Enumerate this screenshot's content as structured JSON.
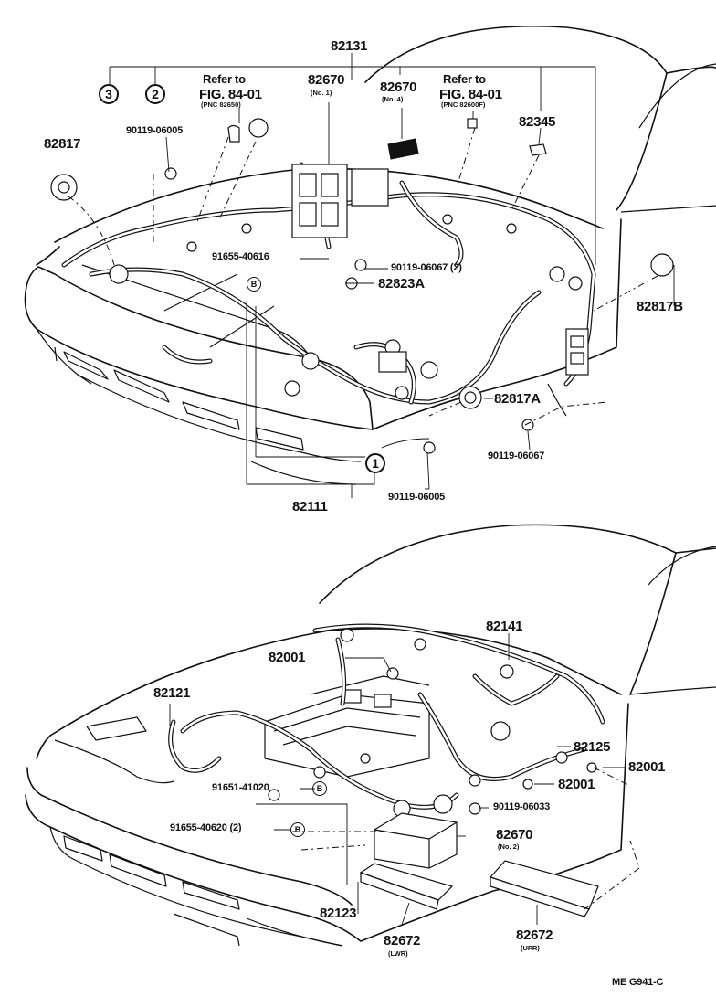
{
  "diagram": {
    "figure_code": "ME  G941-C",
    "top": {
      "harness_main": "82131",
      "callout_3": "3",
      "callout_2": "2",
      "callout_1": "1",
      "refer_left_line1": "Refer to",
      "refer_left_line2": "FIG. 84-01",
      "refer_left_pnc": "(PNC 82650)",
      "p82670_no1": "82670",
      "p82670_no1_sub": "(No. 1)",
      "p82670_no4": "82670",
      "p82670_no4_sub": "(No. 4)",
      "refer_right_line1": "Refer to",
      "refer_right_line2": "FIG. 84-01",
      "refer_right_pnc": "(PNC 82600F)",
      "p82345": "82345",
      "p82817": "82817",
      "p90119_06005_a": "90119-06005",
      "p91655_40616": "91655-40616",
      "b_marker_1": "B",
      "p90119_06067_2": "90119-06067 (2)",
      "p82823A": "82823A",
      "p82817B": "82817B",
      "p82817A": "82817A",
      "p90119_06067": "90119-06067",
      "p90119_06005_b": "90119-06005",
      "p82111": "82111"
    },
    "bottom": {
      "p82141": "82141",
      "p82001_a": "82001",
      "p82121": "82121",
      "p82125": "82125",
      "p82001_b": "82001",
      "p82001_c": "82001",
      "p91651_41020": "91651-41020",
      "b_marker_2": "B",
      "p90119_06033": "90119-06033",
      "p91655_40620_2": "91655-40620 (2)",
      "b_marker_3": "B",
      "p82670_no2": "82670",
      "p82670_no2_sub": "(No. 2)",
      "p82123": "82123",
      "p82672_lwr": "82672",
      "p82672_lwr_sub": "(LWR)",
      "p82672_upr": "82672",
      "p82672_upr_sub": "(UPR)"
    }
  }
}
